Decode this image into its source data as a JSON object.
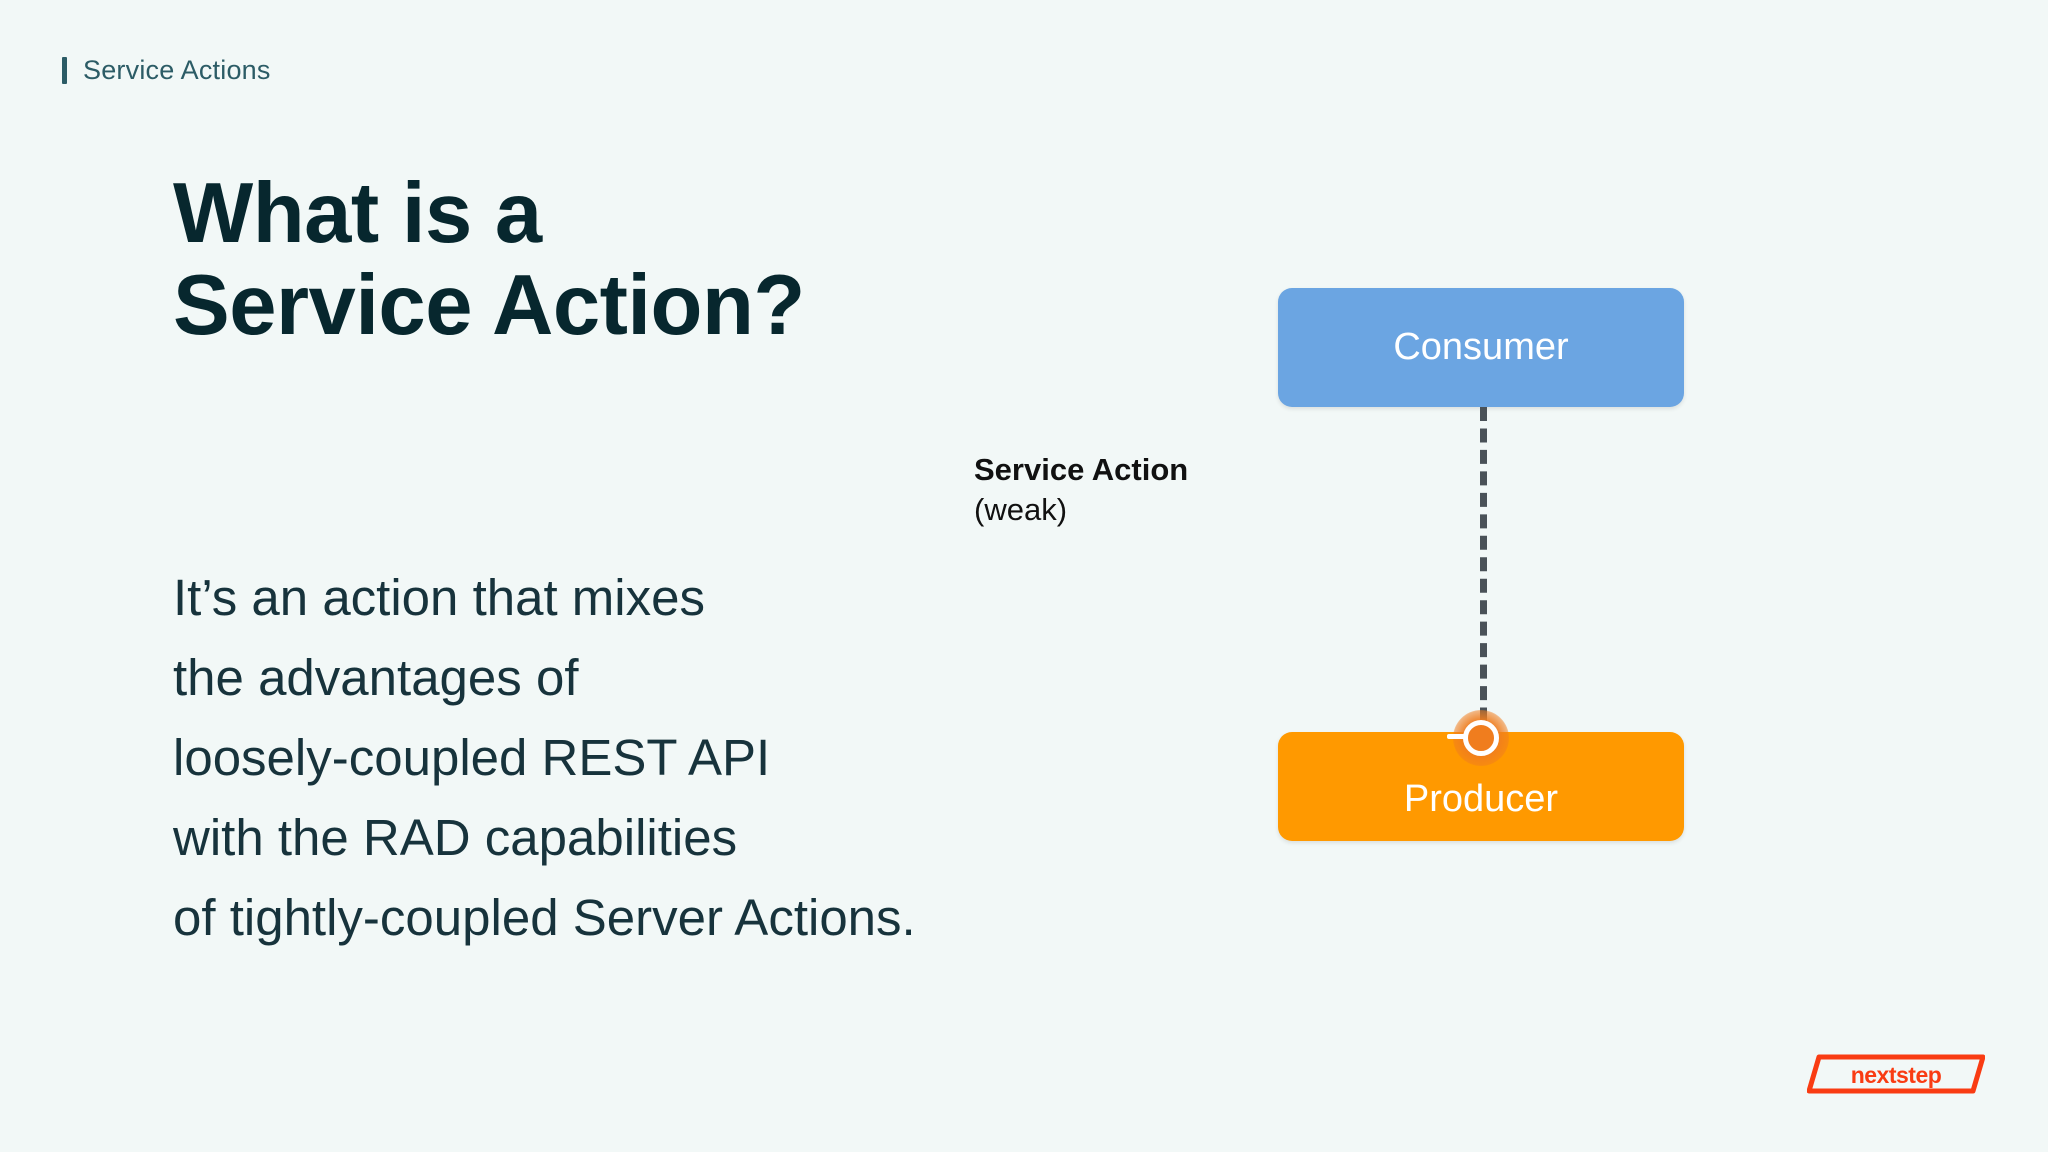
{
  "slide": {
    "eyebrow": "Service Actions",
    "headline_lines": [
      "What is a",
      "Service Action?"
    ],
    "body_lines": [
      "It’s an action that mixes",
      "the advantages of",
      "loosely-coupled REST API",
      "with the RAD capabilities",
      "of tightly-coupled Server Actions."
    ]
  },
  "diagram": {
    "type": "component-dependency",
    "nodes": [
      {
        "id": "consumer",
        "label": "Consumer",
        "color": "#6BA5E2"
      },
      {
        "id": "producer",
        "label": "Producer",
        "color": "#FF9900"
      }
    ],
    "edge": {
      "from": "consumer",
      "to": "producer",
      "style": "dashed-arrow",
      "color": "#4A5258",
      "label_strong": "Service Action",
      "label_weak": "(weak)"
    },
    "interface_marker": "provided-interface-socket"
  },
  "brand": {
    "logo_text": "nextstep",
    "logo_color": "#F93C13"
  },
  "colors": {
    "background": "#F2F8F7",
    "accent_teal": "#2C5C66",
    "heading": "#07272E",
    "body_text": "#17333C",
    "consumer_blue": "#6BA5E2",
    "producer_orange": "#FF9900",
    "connector_gray": "#4A5258",
    "brand_red": "#F93C13"
  }
}
